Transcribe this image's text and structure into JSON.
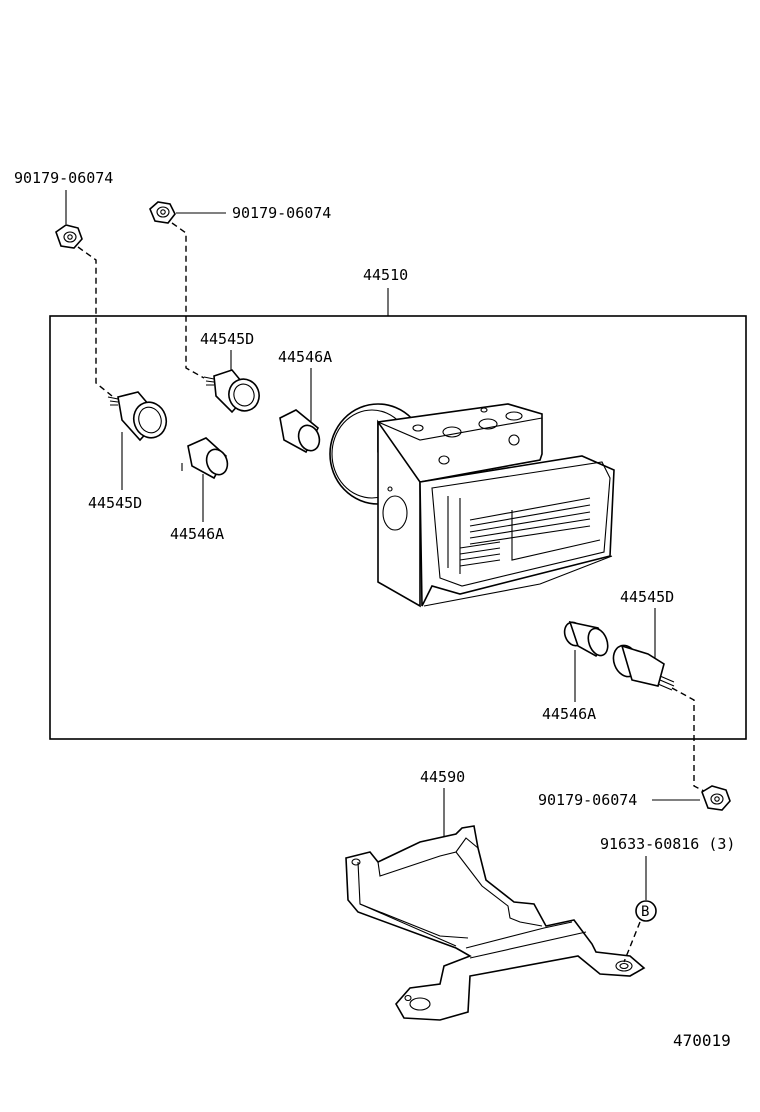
{
  "callouts": {
    "nut_top_left": "90179-06074",
    "nut_top_mid": "90179-06074",
    "assembly": "44510",
    "cushion_d_upper": "44545D",
    "cushion_a_upper": "44546A",
    "cushion_d_left": "44545D",
    "cushion_a_left": "44546A",
    "cushion_d_right": "44545D",
    "cushion_a_right": "44546A",
    "bracket": "44590",
    "nut_bottom_right": "90179-06074",
    "bolt": "91633-60816 (3)",
    "bolt_marker": "B"
  },
  "figure_number": "470019"
}
